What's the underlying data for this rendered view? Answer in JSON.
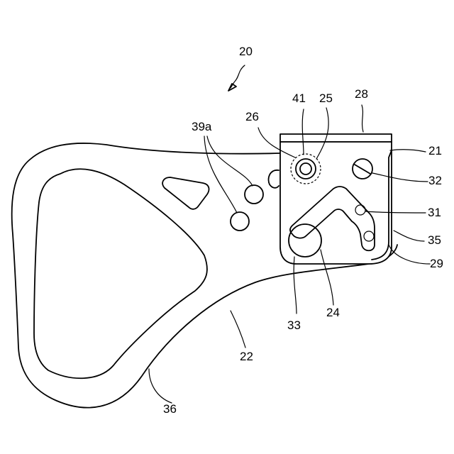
{
  "figure": {
    "reference_labels": {
      "assembly": "20",
      "plate_top": "28",
      "dashed_part": "41",
      "pin": "25",
      "rim_26": "26",
      "holes": "39a",
      "plate_edge": "21",
      "screw": "32",
      "slot_corner": "31",
      "plate_side": "35",
      "plate_bottom": "29",
      "round_hole": "33",
      "hole_24": "24",
      "body": "22",
      "outer_edge": "36"
    }
  }
}
